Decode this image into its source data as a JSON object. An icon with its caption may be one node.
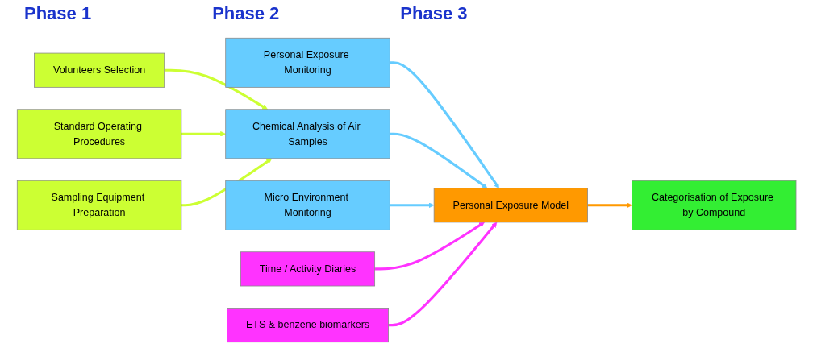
{
  "diagram": {
    "nodes": [
      {
        "text": [
          "Volunteers Selection"
        ]
      },
      {
        "text": [
          "Standard Operating Procedures"
        ]
      },
      {
        "text": [
          "Sampling Equipment Preparation"
        ]
      },
      {
        "text": [
          "Personal Exposure Monitoring"
        ]
      },
      {
        "text": [
          "Chemical Analysis of Air Samples"
        ]
      },
      {
        "text": [
          "Micro Environment Monitoring"
        ]
      },
      {
        "text": [
          "Time / Activity Diaries"
        ]
      },
      {
        "text": [
          "Personal Exposure Model"
        ]
      },
      {
        "text": [
          "ETS & benzene biomarkers"
        ]
      },
      {
        "text": [
          "Categorisation of Exposure by Compound"
        ]
      }
    ],
    "edges": [
      {
        "from": 0,
        "to": 4,
        "arrow": "to",
        "color": "#ccff33"
      },
      {
        "from": 1,
        "to": 4,
        "arrow": "to",
        "color": "#ccff33"
      },
      {
        "from": 2,
        "to": 4,
        "arrow": "to",
        "color": "#ccff33"
      },
      {
        "from": 3,
        "to": 7,
        "arrow": "to",
        "color": "#66ccff"
      },
      {
        "from": 4,
        "to": 7,
        "arrow": "to",
        "color": "#66ccff"
      },
      {
        "from": 5,
        "to": 7,
        "arrow": "to",
        "color": "#66ccff"
      },
      {
        "from": 6,
        "to": 7,
        "arrow": "to",
        "color": "#ff33ff"
      },
      {
        "from": 8,
        "to": 7,
        "arrow": "to",
        "color": "#ff33ff"
      },
      {
        "from": 7,
        "to": 9,
        "arrow": "to",
        "color": "#ff9900"
      }
    ],
    "labels": [
      "Phase 1",
      "Phase 2",
      "Phase 3"
    ]
  }
}
